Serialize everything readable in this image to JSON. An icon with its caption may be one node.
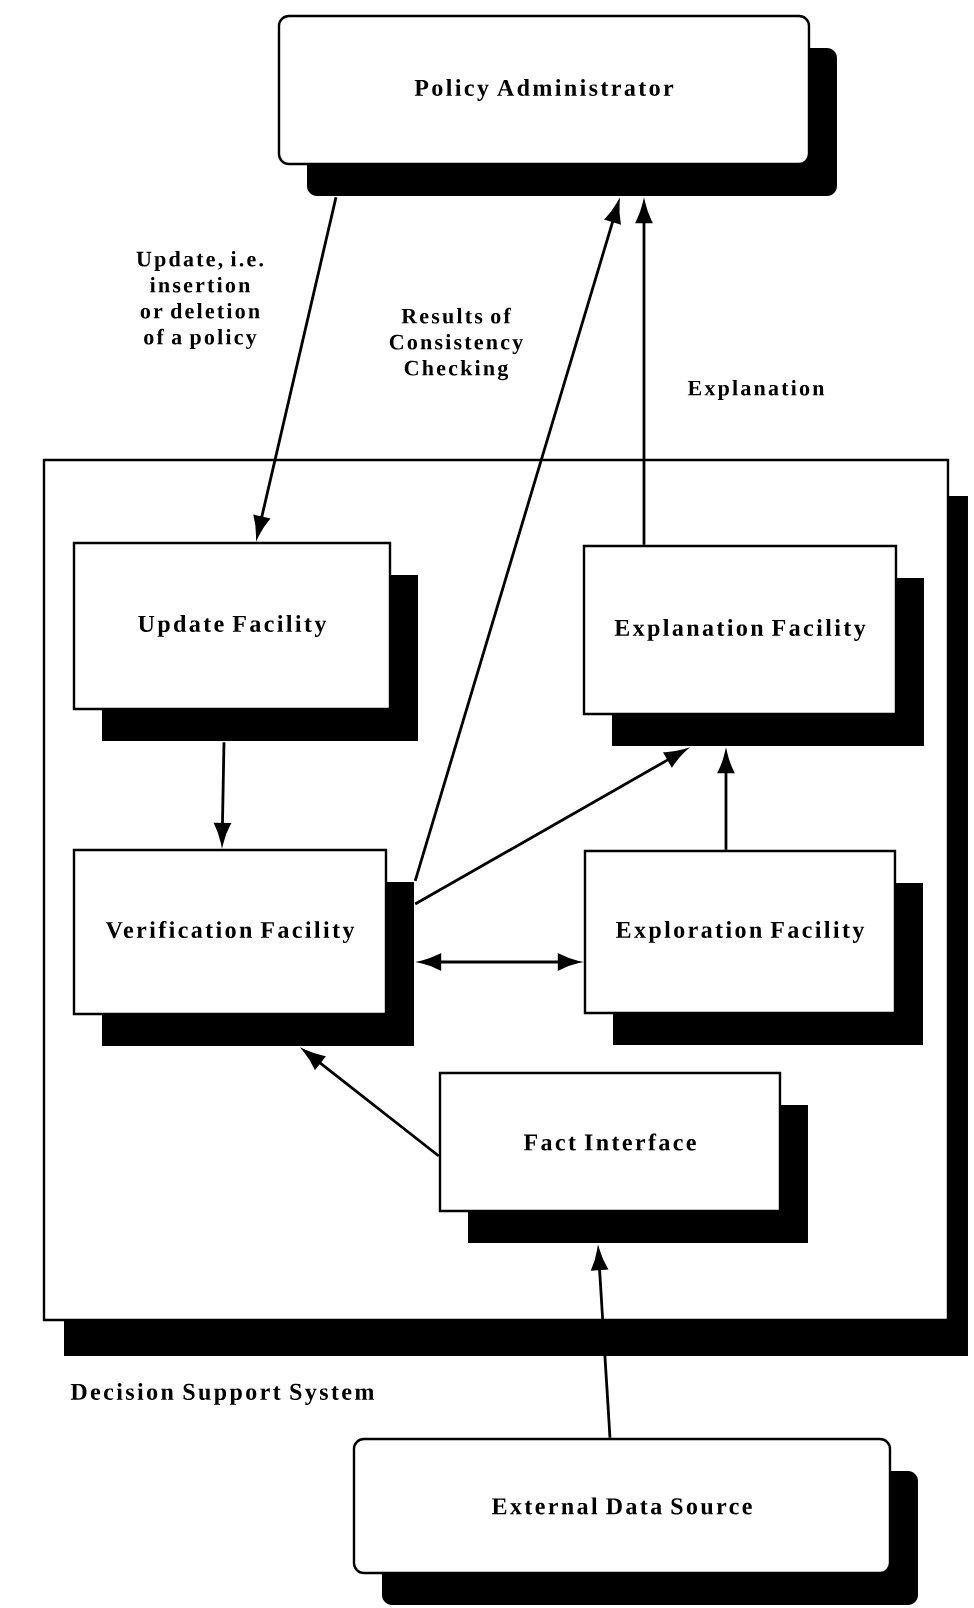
{
  "diagram": {
    "nodes": [
      {
        "text": [
          "Policy Administrator"
        ]
      },
      {
        "text": [
          "Decision Support System"
        ]
      },
      {
        "text": [
          "Update Facility"
        ],
        "in": 1
      },
      {
        "text": [
          "Explanation Facility"
        ],
        "in": 1
      },
      {
        "text": [
          "Verification Facility"
        ],
        "in": 1
      },
      {
        "text": [
          "Exploration Facility"
        ],
        "in": 1
      },
      {
        "text": [
          "Fact Interface"
        ],
        "in": 1
      },
      {
        "text": [
          "External Data Source"
        ]
      }
    ],
    "edges": [
      {
        "from": 0,
        "to": 2,
        "arrow": "to",
        "label": "Update, i.e. insertion or deletion of a policy"
      },
      {
        "from": 4,
        "to": 0,
        "arrow": "to",
        "label": "Results of Consistency Checking"
      },
      {
        "from": 3,
        "to": 0,
        "arrow": "to",
        "label": "Explanation"
      },
      {
        "from": 2,
        "to": 4,
        "arrow": "to"
      },
      {
        "from": 4,
        "to": 3,
        "arrow": "to"
      },
      {
        "from": 4,
        "to": 5,
        "arrow": "both"
      },
      {
        "from": 5,
        "to": 3,
        "arrow": "to"
      },
      {
        "from": 6,
        "to": 4,
        "arrow": "to"
      },
      {
        "from": 7,
        "to": 6,
        "arrow": "to"
      }
    ]
  }
}
